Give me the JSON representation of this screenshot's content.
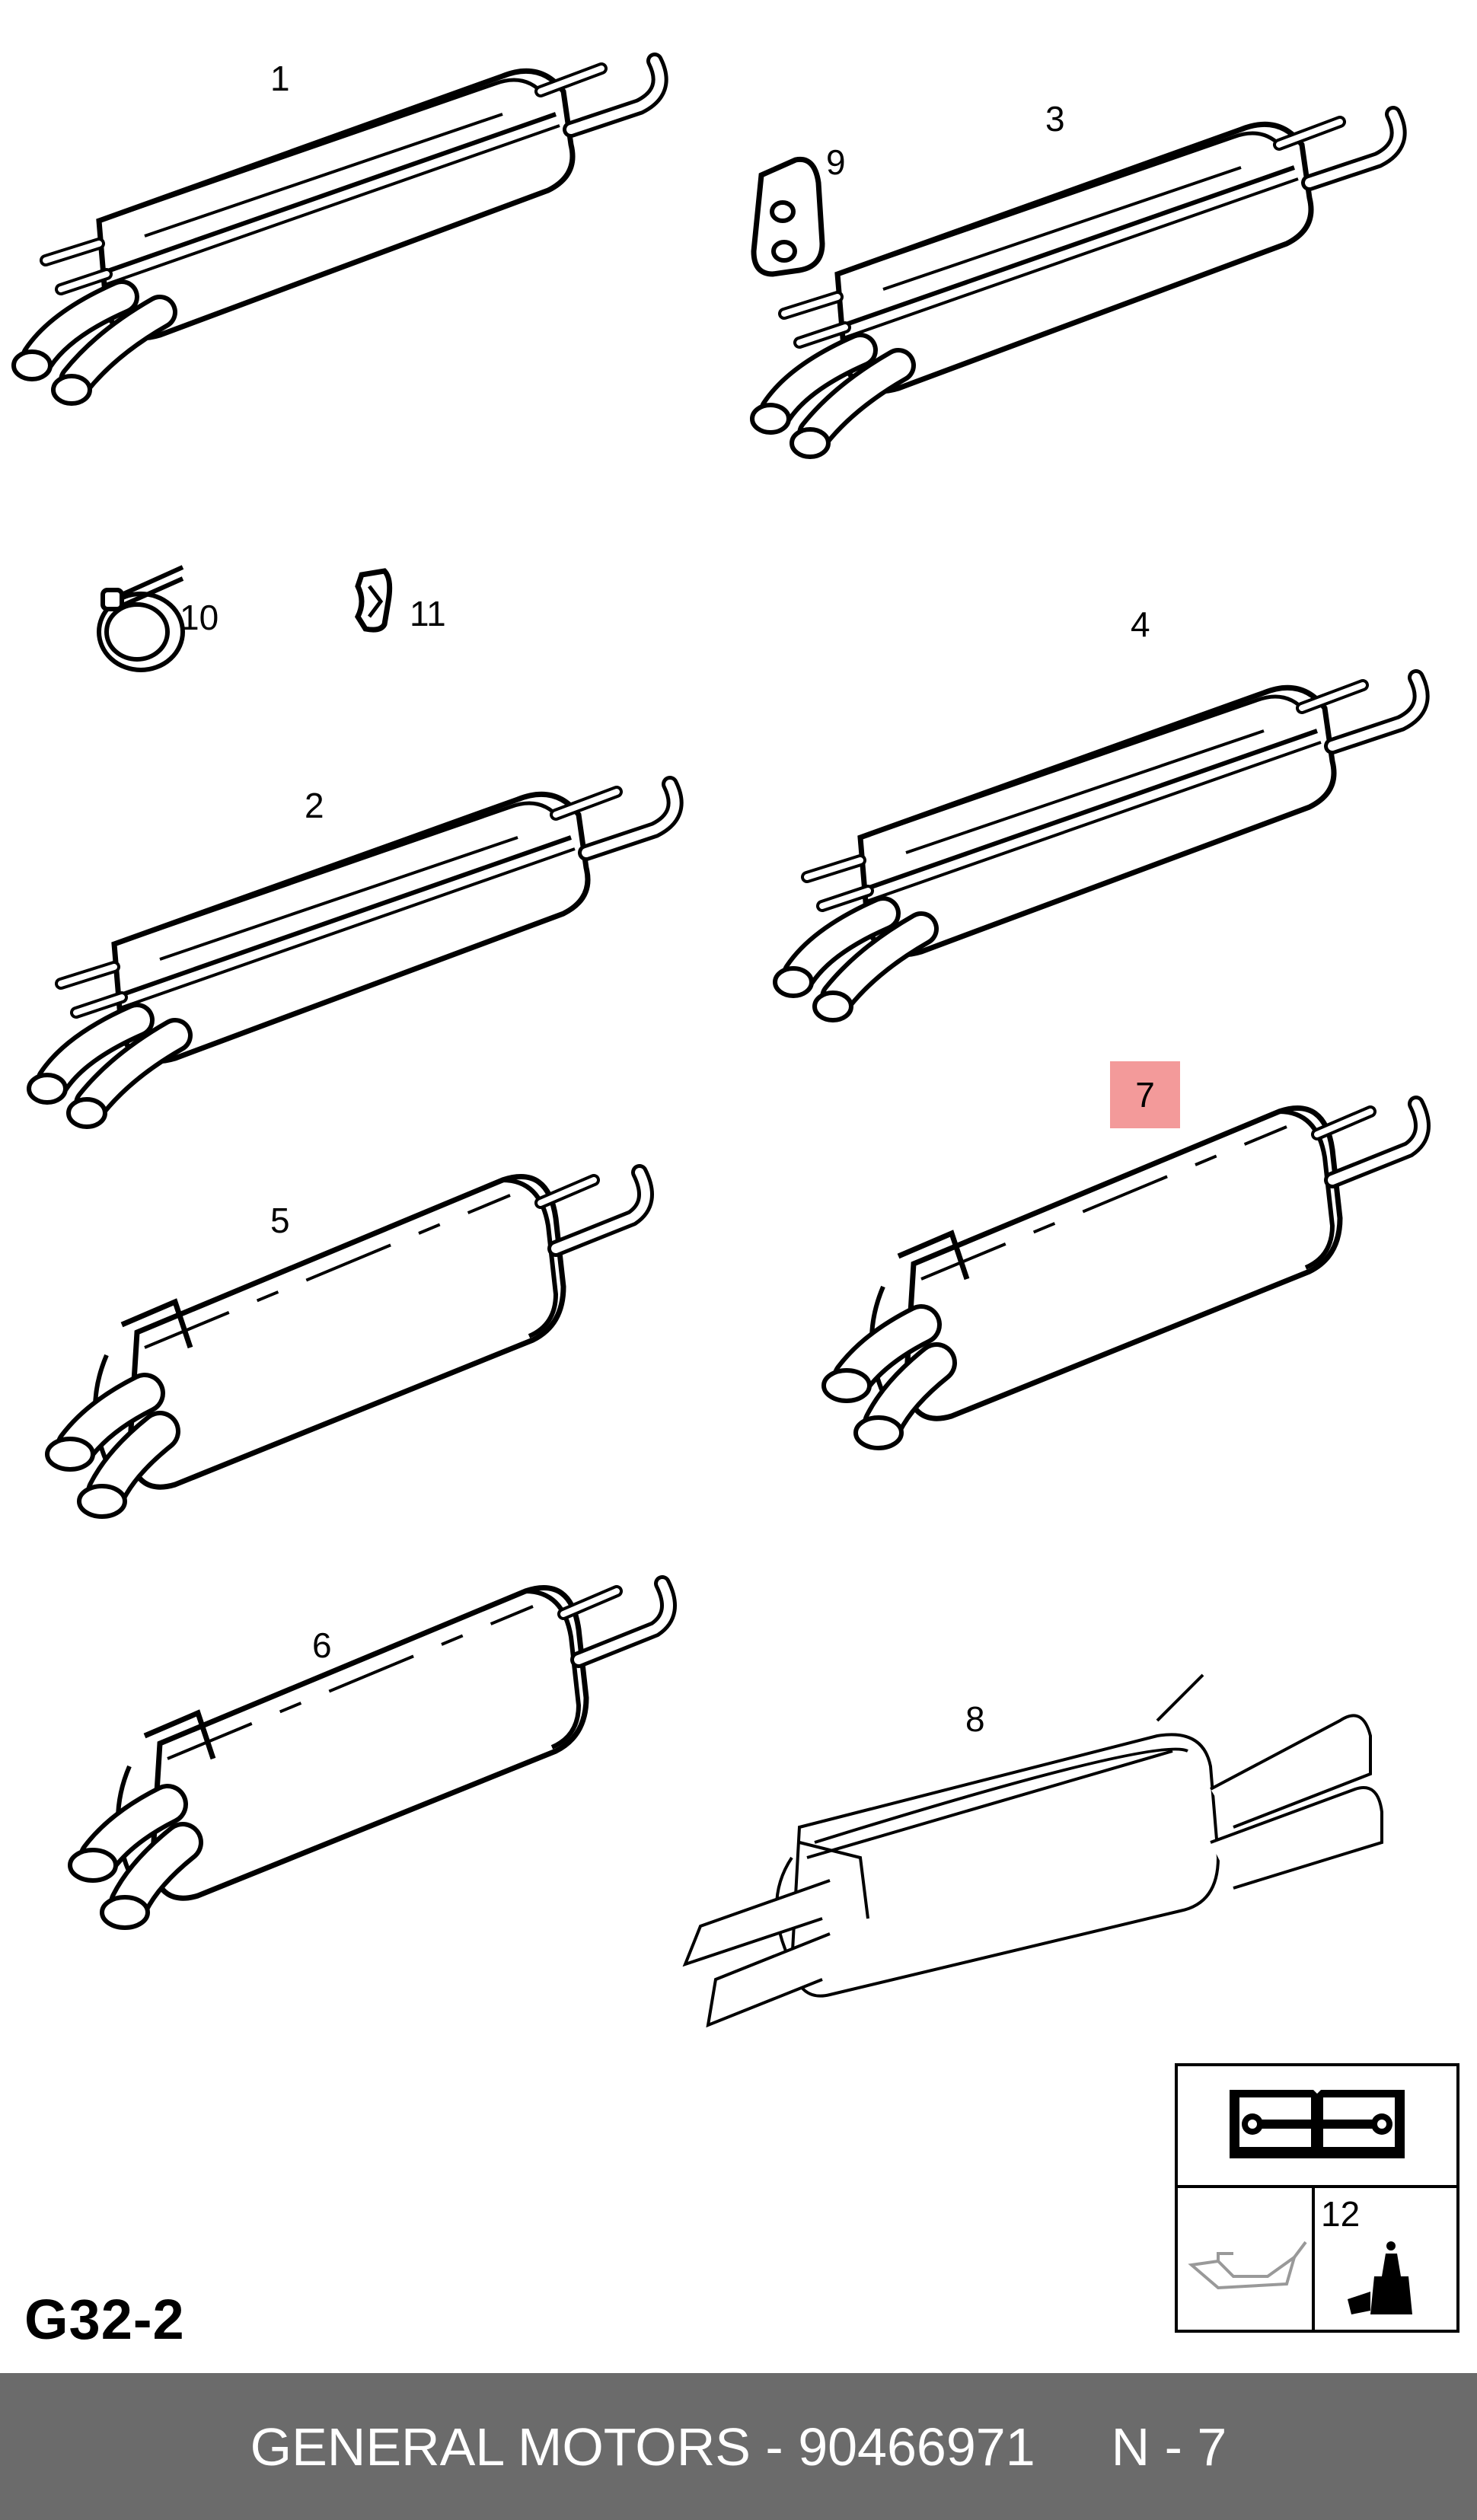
{
  "callouts": {
    "p1": "1",
    "p2": "2",
    "p3": "3",
    "p4": "4",
    "p5": "5",
    "p6": "6",
    "p7": "7",
    "p8": "8",
    "p9": "9",
    "p10": "10",
    "p11": "11",
    "p12": "12"
  },
  "highlighted_part": "7",
  "highlight_color": "#f39a9a",
  "sheet_id": "G32-2",
  "footer": {
    "part_label": "GENERAL MOTORS - 90466971",
    "ref_label": "N - 7",
    "background": "#6b6b6b"
  },
  "legend": {
    "icons": [
      "repair-manual-icon",
      "oil-can-icon",
      "sealant-tube-icon"
    ]
  }
}
